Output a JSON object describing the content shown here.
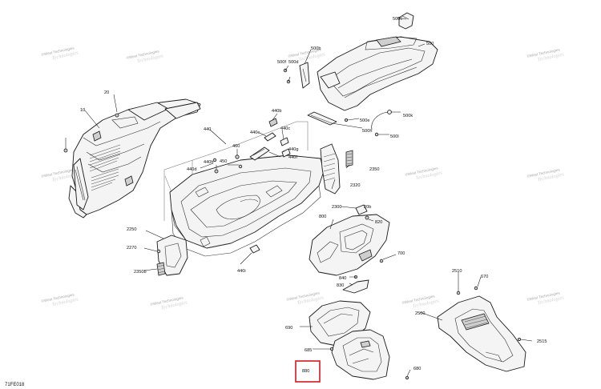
{
  "figure_id": "71FE018",
  "highlight_color": "#d9161f",
  "watermark": {
    "line1": "©West Technologies",
    "line2": "Technologies"
  },
  "callouts": [
    "500c",
    "500",
    "500b",
    "500f",
    "500d",
    "500e",
    "500k",
    "500h",
    "500l",
    "20",
    "10",
    "440",
    "440b",
    "440c",
    "440e",
    "440g",
    "440f",
    "460",
    "440h",
    "440d",
    "450",
    "2350",
    "2320",
    "2300",
    "20b",
    "820",
    "800",
    "700",
    "2250",
    "2270",
    "2350b",
    "440i",
    "840",
    "830",
    "2510",
    "670",
    "2500",
    "690",
    "685",
    "2515",
    "880",
    "680"
  ],
  "highlighted_part": "880"
}
